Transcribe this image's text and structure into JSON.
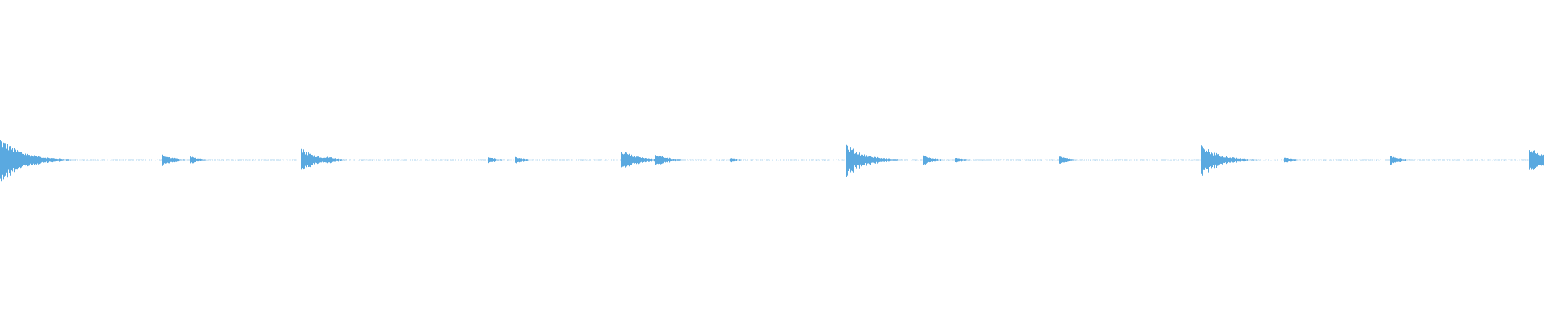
{
  "waveform": {
    "color": "#5aa9e0",
    "background": "#ffffff",
    "onsets": [
      {
        "t": 0.0,
        "amp": 0.145
      },
      {
        "t": 0.105,
        "amp": 0.035
      },
      {
        "t": 0.123,
        "amp": 0.025
      },
      {
        "t": 0.195,
        "amp": 0.08
      },
      {
        "t": 0.212,
        "amp": 0.025
      },
      {
        "t": 0.316,
        "amp": 0.02
      },
      {
        "t": 0.334,
        "amp": 0.02
      },
      {
        "t": 0.402,
        "amp": 0.07
      },
      {
        "t": 0.424,
        "amp": 0.045
      },
      {
        "t": 0.473,
        "amp": 0.015
      },
      {
        "t": 0.548,
        "amp": 0.105
      },
      {
        "t": 0.598,
        "amp": 0.03
      },
      {
        "t": 0.618,
        "amp": 0.02
      },
      {
        "t": 0.686,
        "amp": 0.025
      },
      {
        "t": 0.778,
        "amp": 0.1
      },
      {
        "t": 0.832,
        "amp": 0.02
      },
      {
        "t": 0.9,
        "amp": 0.03
      },
      {
        "t": 0.99,
        "amp": 0.095
      }
    ]
  }
}
